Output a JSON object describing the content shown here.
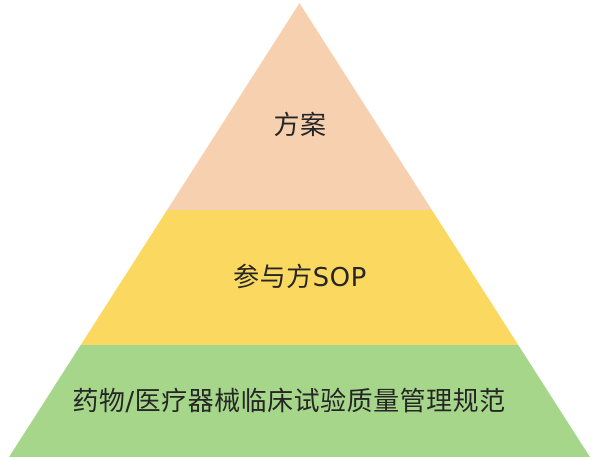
{
  "diagram": {
    "type": "pyramid",
    "orientation": "apex-up",
    "background_color": "#FFFFFF",
    "text_color": "#262626",
    "tier_count": 3,
    "tiers": [
      {
        "index": 0,
        "position": "top",
        "label": "方案",
        "fill_color": "#F7D0B0",
        "rank": "1"
      },
      {
        "index": 1,
        "position": "middle",
        "label": "参与方SOP",
        "fill_color": "#FBD85F",
        "rank": "2"
      },
      {
        "index": 2,
        "position": "bottom",
        "label": "药物/医疗器械临床试验质量管理规范",
        "fill_color": "#A5D68A",
        "rank": "3"
      }
    ]
  }
}
